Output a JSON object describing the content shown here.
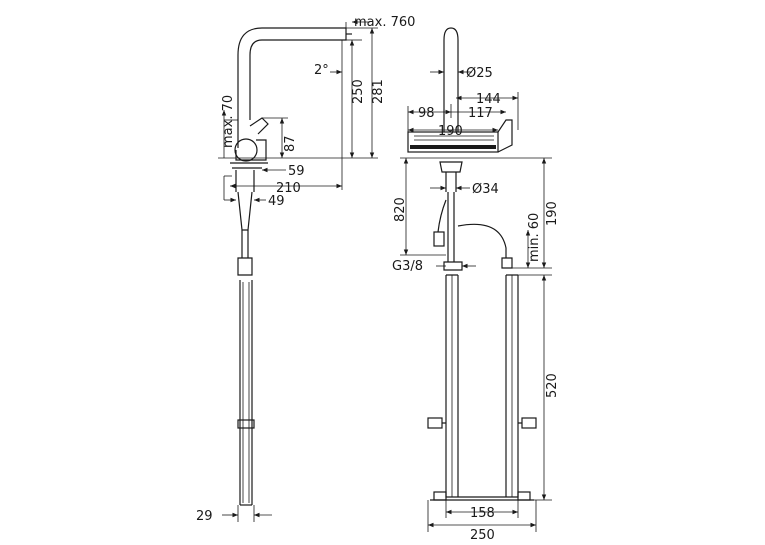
{
  "dimensions": {
    "max_760": "max. 760",
    "angle_2": "2°",
    "h_250": "250",
    "h_281": "281",
    "max_70": "max. 70",
    "h_87": "87",
    "w_59": "59",
    "w_210": "210",
    "w_49": "49",
    "w_29": "29",
    "dia_25": "Ø25",
    "w_144": "144",
    "w_98": "98",
    "w_117": "117",
    "w_190": "190",
    "dia_34": "Ø34",
    "h_820": "820",
    "min_60": "min. 60",
    "h_190": "190",
    "thread": "G3/8",
    "h_520": "520",
    "w_158": "158",
    "w_250": "250"
  },
  "colors": {
    "line": "#1a1a1a",
    "background": "#ffffff"
  }
}
